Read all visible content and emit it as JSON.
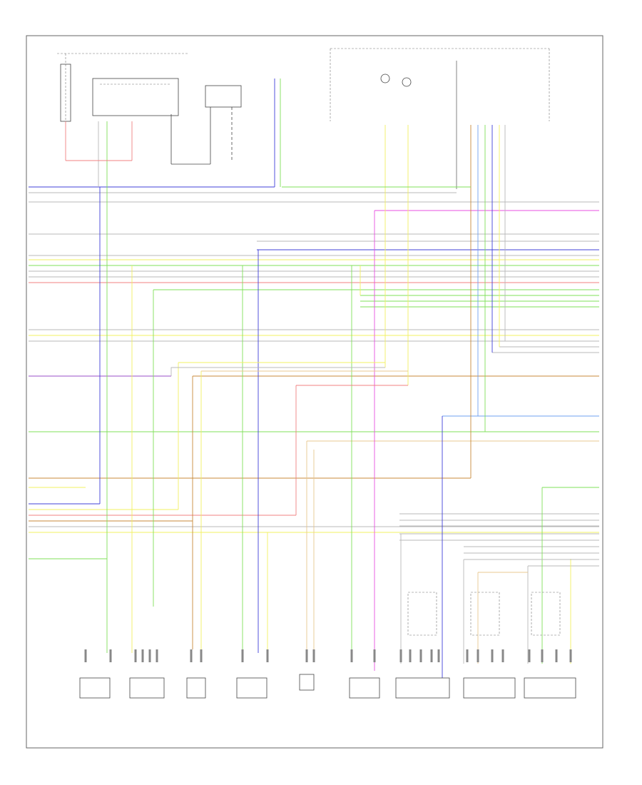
{
  "diagram": {
    "footer_code": "",
    "colors": {
      "gray": "#b8b8b8",
      "blue": "#4040d8",
      "green": "#7fe05a",
      "yellow": "#f2f060",
      "pink": "#e84fe0",
      "red": "#f08080",
      "orange": "#c88a3a",
      "violet": "#9a4fc8",
      "lightblue": "#6fa0f0",
      "tan": "#e8c890",
      "dark": "#555555"
    },
    "components": [
      {
        "id": "relay-unit",
        "label": ""
      },
      {
        "id": "sensor-1",
        "label": ""
      },
      {
        "id": "module-1",
        "label": ""
      },
      {
        "id": "module-2",
        "label": ""
      },
      {
        "id": "module-3",
        "label": ""
      },
      {
        "id": "module-4",
        "label": ""
      },
      {
        "id": "module-5",
        "label": ""
      },
      {
        "id": "module-6",
        "label": ""
      },
      {
        "id": "module-7",
        "label": ""
      },
      {
        "id": "module-8",
        "label": ""
      },
      {
        "id": "module-9",
        "label": ""
      }
    ]
  }
}
